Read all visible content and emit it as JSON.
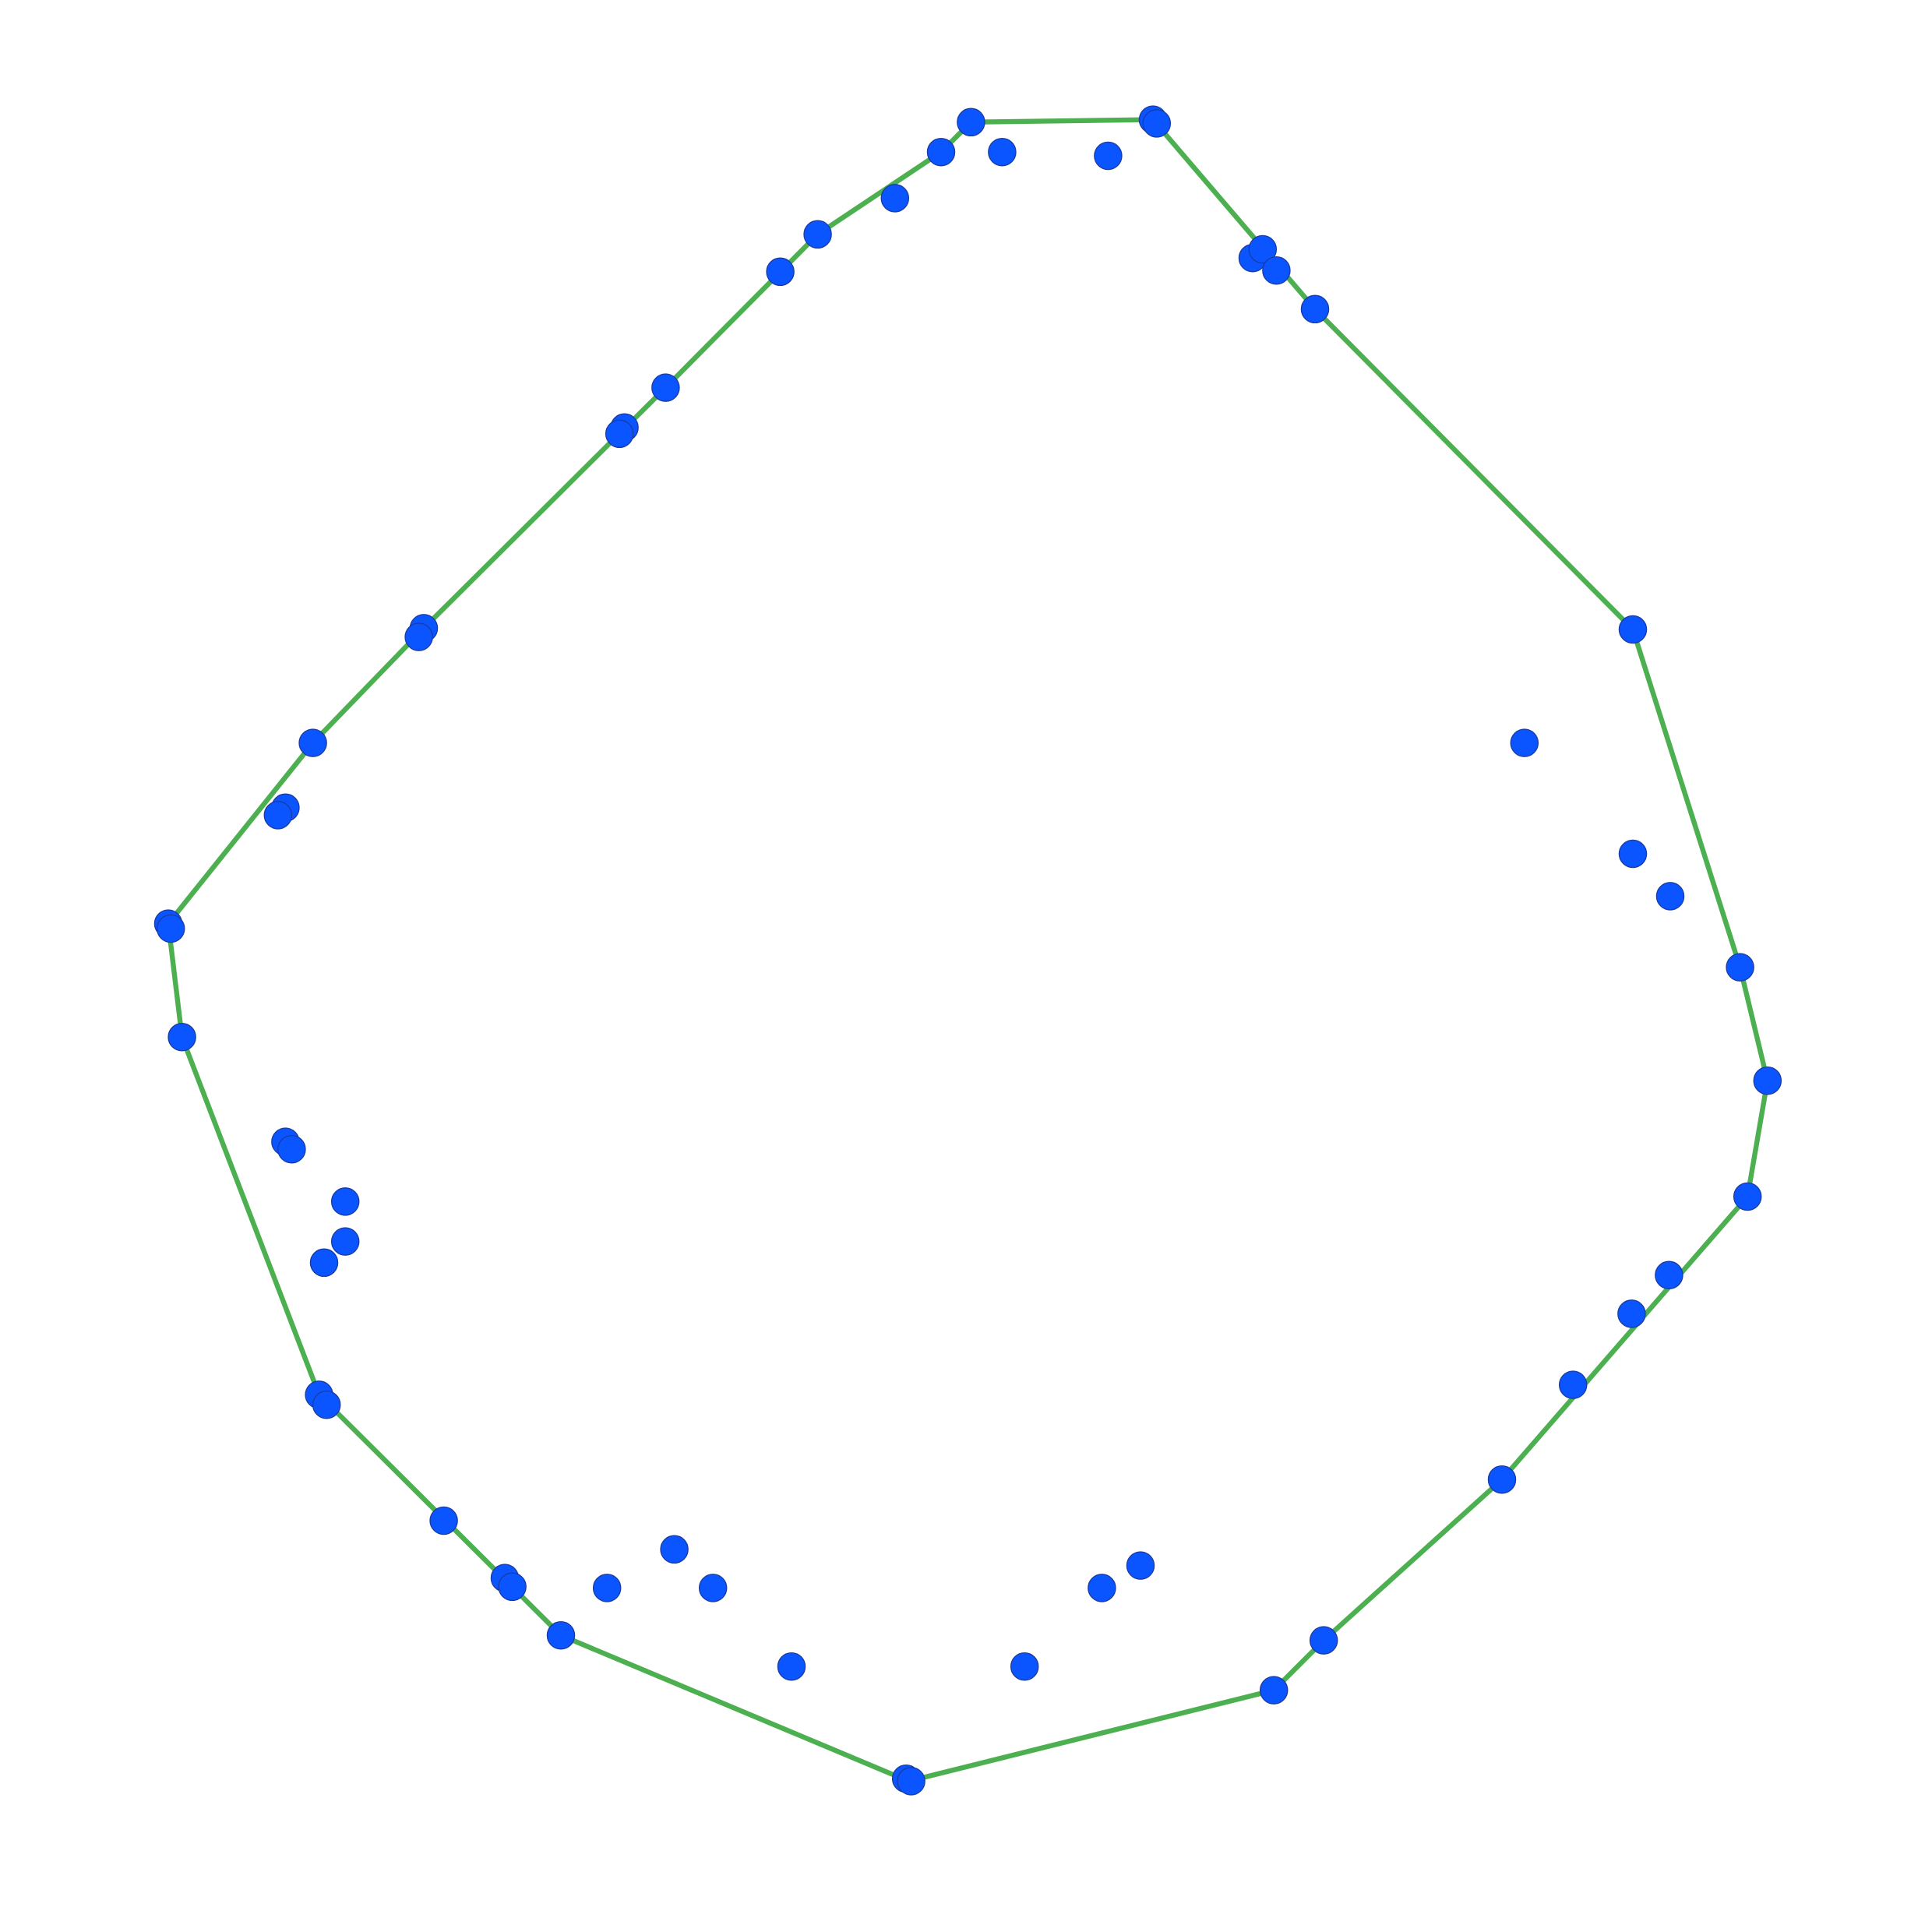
{
  "colors": {
    "background": "#ffffff",
    "hull_line": "#4caf50",
    "point_fill": "#0a55ff",
    "point_stroke": "#1a3aa0"
  },
  "chart_data": {
    "type": "scatter",
    "title": "",
    "xlabel": "",
    "ylabel": "",
    "xlim": [
      0,
      1550
    ],
    "ylim": [
      0,
      1550
    ],
    "y_axis_direction": "down",
    "grid": false,
    "axes_visible": false,
    "legend": "none",
    "series": [
      {
        "role": "points",
        "points": [
          [
            779,
            98
          ],
          [
            925,
            96
          ],
          [
            928,
            99
          ],
          [
            755,
            122
          ],
          [
            804,
            122
          ],
          [
            889,
            125
          ],
          [
            718,
            159
          ],
          [
            656,
            188
          ],
          [
            626,
            218
          ],
          [
            1005,
            207
          ],
          [
            1013,
            200
          ],
          [
            1024,
            217
          ],
          [
            1055,
            248
          ],
          [
            534,
            311
          ],
          [
            501,
            343
          ],
          [
            497,
            348
          ],
          [
            340,
            504
          ],
          [
            336,
            511
          ],
          [
            251,
            596
          ],
          [
            229,
            648
          ],
          [
            223,
            654
          ],
          [
            1310,
            505
          ],
          [
            1223,
            596
          ],
          [
            1310,
            685
          ],
          [
            1340,
            719
          ],
          [
            135,
            741
          ],
          [
            137,
            745
          ],
          [
            1396,
            776
          ],
          [
            146,
            832
          ],
          [
            1418,
            867
          ],
          [
            229,
            916
          ],
          [
            234,
            922
          ],
          [
            277,
            964
          ],
          [
            277,
            996
          ],
          [
            260,
            1013
          ],
          [
            1402,
            960
          ],
          [
            1339,
            1023
          ],
          [
            1309,
            1054
          ],
          [
            1262,
            1111
          ],
          [
            256,
            1119
          ],
          [
            262,
            1127
          ],
          [
            1205,
            1187
          ],
          [
            356,
            1220
          ],
          [
            541,
            1243
          ],
          [
            915,
            1256
          ],
          [
            405,
            1266
          ],
          [
            411,
            1273
          ],
          [
            487,
            1274
          ],
          [
            572,
            1274
          ],
          [
            884,
            1274
          ],
          [
            450,
            1312
          ],
          [
            1062,
            1316
          ],
          [
            635,
            1337
          ],
          [
            822,
            1337
          ],
          [
            1022,
            1356
          ],
          [
            727,
            1427
          ],
          [
            731,
            1429
          ]
        ]
      },
      {
        "role": "convex-hull",
        "closed": true,
        "points": [
          [
            779,
            98
          ],
          [
            925,
            96
          ],
          [
            1055,
            248
          ],
          [
            1310,
            505
          ],
          [
            1396,
            776
          ],
          [
            1418,
            867
          ],
          [
            1402,
            960
          ],
          [
            1205,
            1187
          ],
          [
            1062,
            1316
          ],
          [
            1022,
            1356
          ],
          [
            729,
            1429
          ],
          [
            450,
            1312
          ],
          [
            256,
            1119
          ],
          [
            146,
            832
          ],
          [
            135,
            741
          ],
          [
            251,
            596
          ],
          [
            340,
            504
          ],
          [
            534,
            311
          ],
          [
            656,
            188
          ],
          [
            755,
            122
          ]
        ]
      }
    ]
  }
}
